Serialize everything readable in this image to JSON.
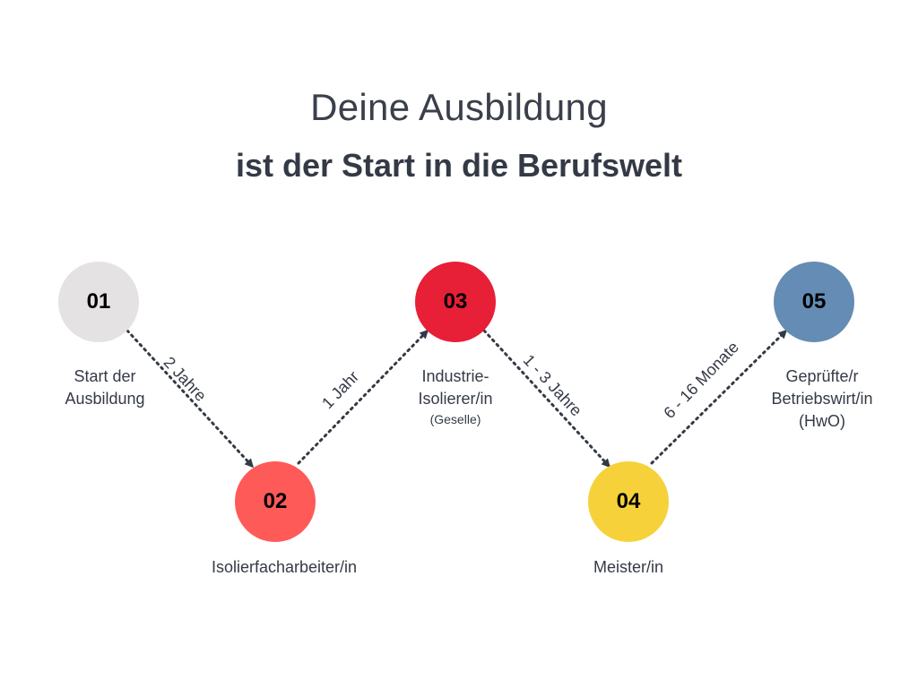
{
  "heading": {
    "line1": "Deine Ausbildung",
    "line2": "ist der Start in die Berufswelt"
  },
  "colors": {
    "text": "#343a45",
    "connector": "#343a45",
    "step1": "#e4e2e3",
    "step2": "#fe5a58",
    "step3": "#e71f37",
    "step4": "#f6d13a",
    "step5": "#648cb5"
  },
  "steps": [
    {
      "number": "01",
      "label_lines": [
        "Start der",
        "Ausbildung"
      ],
      "sub": ""
    },
    {
      "number": "02",
      "label_lines": [
        "Isolierfacharbeiter/in"
      ],
      "sub": ""
    },
    {
      "number": "03",
      "label_lines": [
        "Industrie-",
        "Isolierer/in"
      ],
      "sub": "(Geselle)"
    },
    {
      "number": "04",
      "label_lines": [
        "Meister/in"
      ],
      "sub": ""
    },
    {
      "number": "05",
      "label_lines": [
        "Geprüfte/r",
        "Betriebswirt/in",
        "(HwO)"
      ],
      "sub": ""
    }
  ],
  "transitions": [
    {
      "from": "01",
      "to": "02",
      "duration": "2 Jahre"
    },
    {
      "from": "02",
      "to": "03",
      "duration": "1 Jahr"
    },
    {
      "from": "03",
      "to": "04",
      "duration": "1 - 3 Jahre"
    },
    {
      "from": "04",
      "to": "05",
      "duration": "6 - 16 Monate"
    }
  ]
}
